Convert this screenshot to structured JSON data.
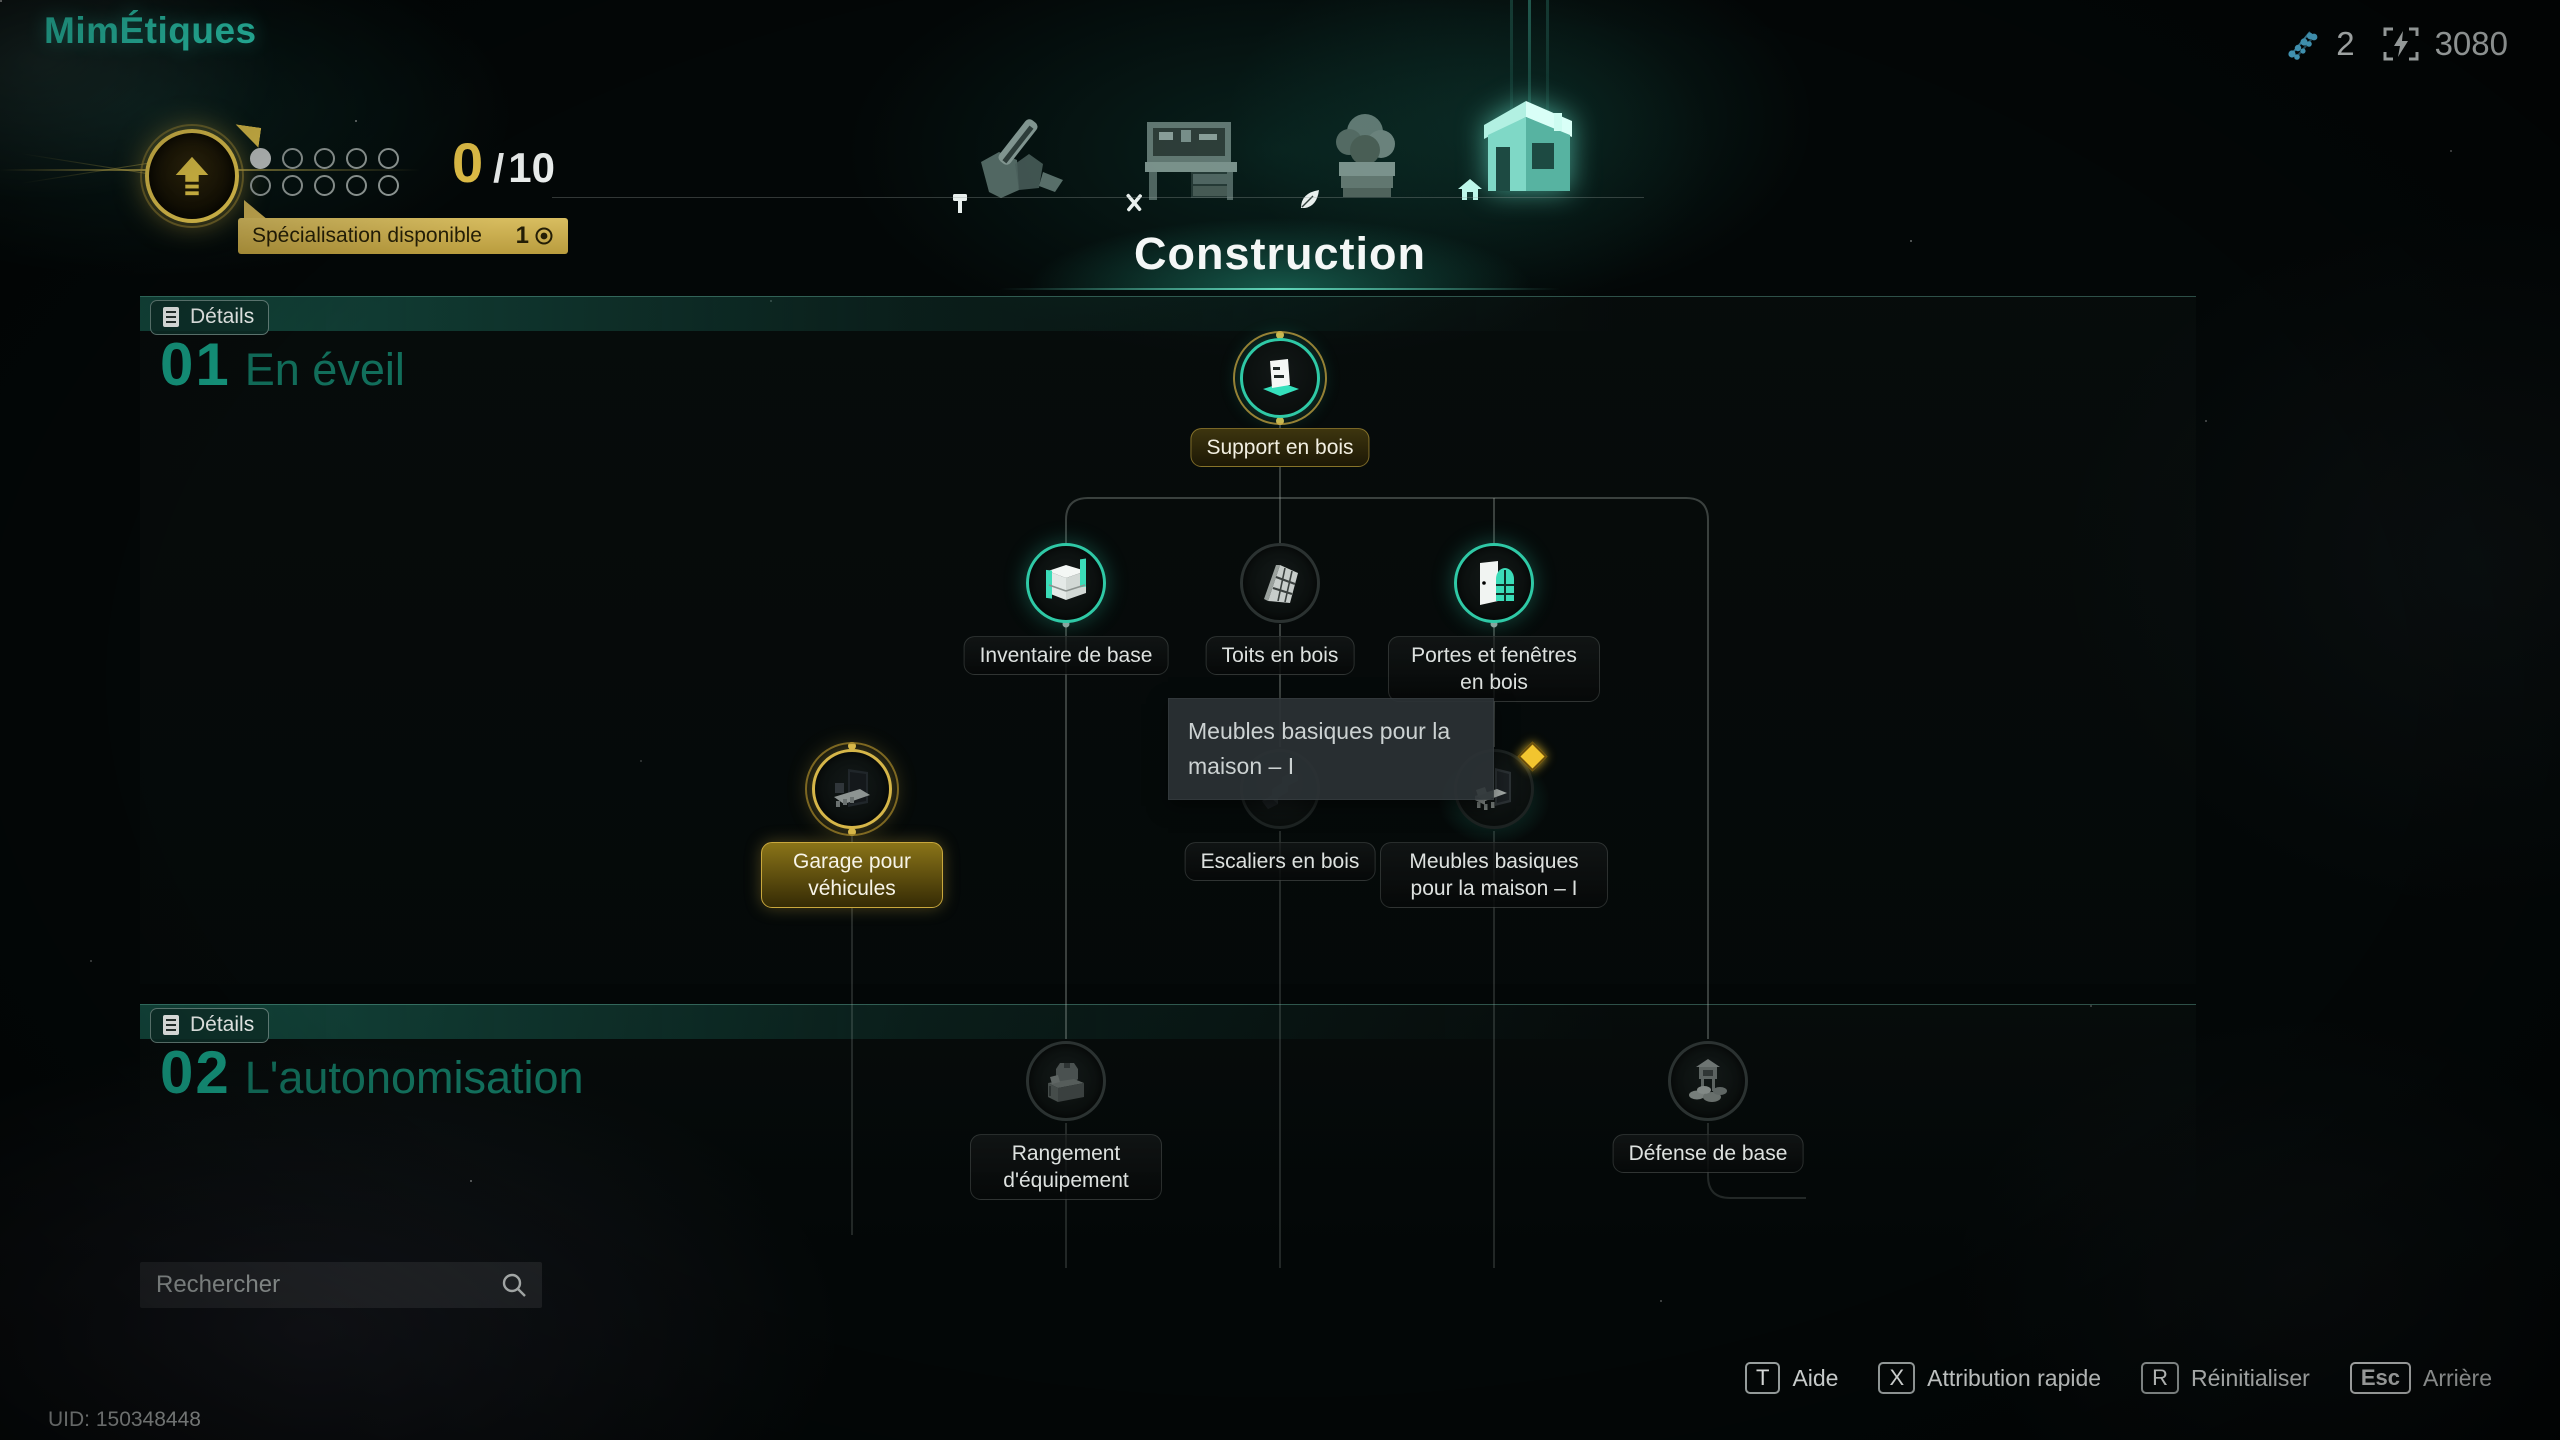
{
  "header": {
    "title": "MimÉtiques",
    "currencies": [
      {
        "icon": "dna-specialization-icon",
        "value": "2"
      },
      {
        "icon": "energy-points-icon",
        "value": "3080"
      }
    ]
  },
  "progress": {
    "current": "0",
    "separator": "/",
    "total": "10",
    "slots_total": 10,
    "slots_filled": 1,
    "tooltip_label": "Spécialisation disponible",
    "tooltip_value": "1"
  },
  "tabs": [
    {
      "icon": "gear-equipment-tab-icon",
      "selected": false
    },
    {
      "icon": "crafting-bench-tab-icon",
      "selected": false
    },
    {
      "icon": "farming-tab-icon",
      "selected": false
    },
    {
      "icon": "building-tab-icon",
      "selected": true
    }
  ],
  "page": {
    "category_title": "Construction"
  },
  "sections": [
    {
      "details_label": "Détails",
      "number": "01",
      "title": "En éveil"
    },
    {
      "details_label": "Détails",
      "number": "02",
      "title": "L'autonomisation"
    }
  ],
  "nodes": [
    {
      "label": "Support en bois",
      "state": "unlocked-start"
    },
    {
      "label": "Inventaire de base",
      "state": "unlocked"
    },
    {
      "label": "Toits en bois",
      "state": "available"
    },
    {
      "label": "Portes et fenêtres en bois",
      "state": "unlocked"
    },
    {
      "label": "Garage pour véhicules",
      "state": "selected"
    },
    {
      "label": "Escaliers en bois",
      "state": "locked"
    },
    {
      "label": "Meubles basiques pour la maison – I",
      "state": "highlighted"
    },
    {
      "label": "Rangement d'équipement",
      "state": "locked"
    },
    {
      "label": "Défense de base",
      "state": "locked"
    }
  ],
  "tooltip": {
    "text": "Meubles basiques pour la maison – I"
  },
  "search": {
    "placeholder": "Rechercher"
  },
  "hotkeys": [
    {
      "key": "T",
      "label": "Aide"
    },
    {
      "key": "X",
      "label": "Attribution rapide"
    },
    {
      "key": "R",
      "label": "Réinitialiser"
    },
    {
      "key": "Esc",
      "label": "Arrière"
    }
  ],
  "footer": {
    "uid": "UID: 150348448"
  },
  "colors": {
    "accent_teal": "#2fc9a6",
    "accent_gold": "#e7c449",
    "dna_blue": "#58c8f2"
  }
}
